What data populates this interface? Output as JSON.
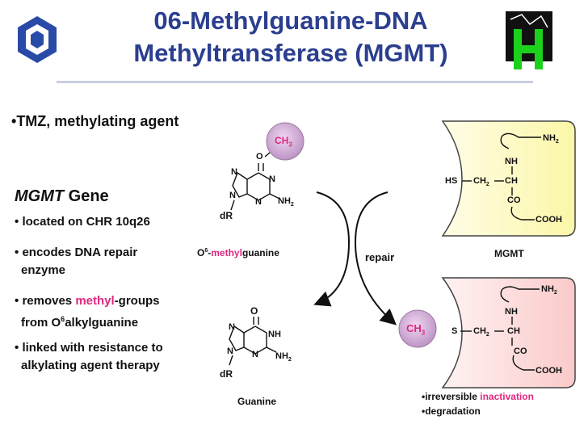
{
  "title_line1": "06-Methylguanine-DNA",
  "title_line2": "Methyltransferase (MGMT)",
  "tmz_bullet": "TMZ, methylating agent",
  "gene_heading_italic": "MGMT",
  "gene_heading_rest": " Gene",
  "bullets": {
    "b1": "located on CHR 10q26",
    "b2a": "encodes DNA repair",
    "b2b": "enzyme",
    "b3a_pre": "removes ",
    "b3a_pink": "methyl",
    "b3a_post": "-groups",
    "b3b_pre": "from O",
    "b3b_sup": "6",
    "b3b_post": "alkylguanine",
    "b4a": "linked with resistance to",
    "b4b": "alkylating agent therapy"
  },
  "o6mg_label": {
    "pre": "O",
    "sup": "6",
    "dash": "-",
    "pink": "methyl",
    "post": "guanine"
  },
  "guanine_label": "Guanine",
  "repair_label": "repair",
  "mgmt_label": "MGMT",
  "ch3": "CH",
  "ch3_sub": "3",
  "atoms": {
    "N": "N",
    "O": "O",
    "NH": "NH",
    "NH2": "NH",
    "sub2": "2",
    "dR": "dR",
    "HS": "HS",
    "S": "S",
    "CH2": "CH",
    "CH": "CH",
    "CO": "CO",
    "COOH": "COOH"
  },
  "outcomes": {
    "o1_pre": "irreversible ",
    "o1_pink": "inactivation",
    "o2": "degradation"
  },
  "colors": {
    "title": "#2b3f8f",
    "accent": "#e0287f",
    "mgmt_top": "#fdfbc8",
    "mgmt_bottom": "#fde0e0",
    "ch3_fill": "#c9a6cf"
  }
}
